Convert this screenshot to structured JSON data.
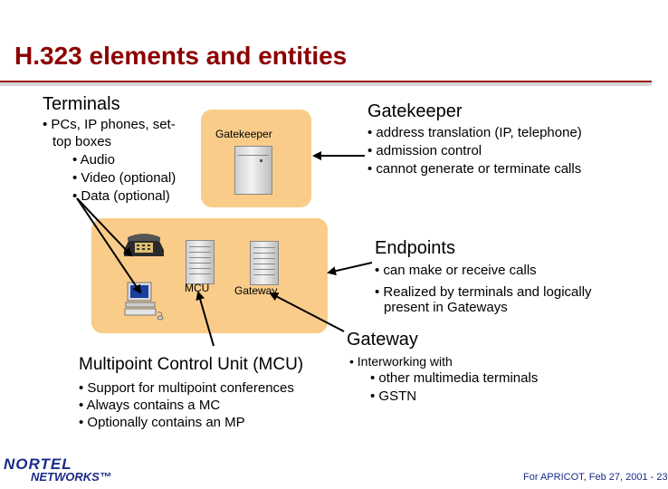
{
  "slide": {
    "title": "H.323 elements and entities",
    "terminals": {
      "heading": "Terminals",
      "bullet_line1": "• PCs, IP phones, set-",
      "bullet_line2": "top boxes",
      "sub": [
        "• Audio",
        "• Video (optional)",
        "• Data (optional)"
      ]
    },
    "gatekeeper": {
      "heading": "Gatekeeper",
      "icon_label": "Gatekeeper",
      "bullets": [
        "• address translation (IP, telephone)",
        "• admission control",
        "• cannot generate or terminate calls"
      ]
    },
    "endpoints": {
      "heading": "Endpoints",
      "bullet1": "• can make or receive calls",
      "bullet2_line1": "• Realized by terminals and logically",
      "bullet2_line2": "present in Gateways"
    },
    "diagram": {
      "mcu_label": "MCU",
      "gateway_label": "Gateway"
    },
    "gateway": {
      "heading": "Gateway",
      "bullet": "• Interworking with",
      "sub": [
        "• other multimedia terminals",
        "• GSTN"
      ]
    },
    "mcu": {
      "heading": "Multipoint Control Unit (MCU)",
      "bullets": [
        "• Support for multipoint conferences",
        "• Always contains a MC",
        "• Optionally contains an MP"
      ]
    },
    "logo": {
      "line1": "NORTEL",
      "line2": "NETWORKS™"
    },
    "footer": "For APRICOT, Feb 27, 2001 - 23"
  },
  "colors": {
    "title": "#8b0000",
    "panel": "#f9cc8a",
    "footer": "#1a2b8a"
  }
}
